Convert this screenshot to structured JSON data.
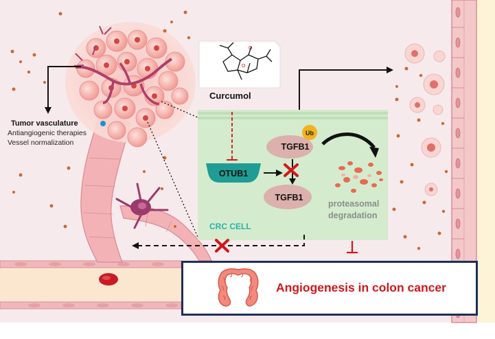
{
  "tumor_vasculature": {
    "title": "Tumor vasculature",
    "line1": "Antiangiogenic therapies",
    "line2": "Vessel normalization"
  },
  "drug": {
    "name": "Curcumol"
  },
  "cell": {
    "label": "CRC CELL",
    "otub1": "OTUB1",
    "tgfb1_ub": "TGFB1",
    "ub_badge": "Ub",
    "tgfb1": "TGFB1",
    "degradation_line1": "proteasomal",
    "degradation_line2": "degradation"
  },
  "result": {
    "text": "Angiogenesis in colon cancer"
  },
  "colors": {
    "background": "#f7eaec",
    "cell_panel": "#d4ebce",
    "otub1": "#1f9c93",
    "tgfb1": "#dcb0ac",
    "inhibit_red": "#d0171b",
    "frame_navy": "#1c2f5a",
    "vessel_wall": "#ecaab0",
    "ub_badge": "#f2b21e"
  }
}
